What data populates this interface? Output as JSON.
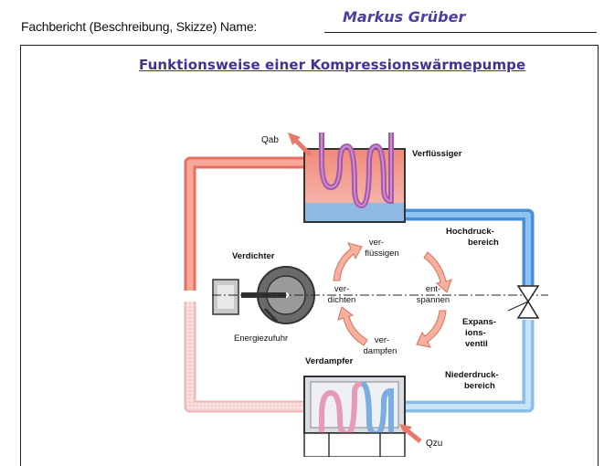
{
  "header": {
    "label": "Fachbericht (Beschreibung, Skizze)  Name:",
    "name": "Markus Grüber"
  },
  "title": "Funktionsweise einer Kompressionswärmepumpe",
  "diagram": {
    "q_ab": "Qab",
    "q_zu": "Qzu",
    "verfluessiger": "Verflüssiger",
    "verdichter": "Verdichter",
    "energiezufuhr": "Energiezufuhr",
    "verdampfer": "Verdampfer",
    "hochdruck_1": "Hochdruck-",
    "hochdruck_2": "bereich",
    "niederdruck_1": "Niederdruck-",
    "niederdruck_2": "bereich",
    "expansion_1": "Expans-",
    "expansion_2": "ions-",
    "expansion_3": "ventil",
    "cycle_verfl_1": "ver-",
    "cycle_verfl_2": "flüssigen",
    "cycle_entsp_1": "ent-",
    "cycle_entsp_2": "spannen",
    "cycle_verd_1": "ver-",
    "cycle_verd_2": "dampfen",
    "cycle_verdi_1": "ver-",
    "cycle_verdi_2": "dichten"
  }
}
